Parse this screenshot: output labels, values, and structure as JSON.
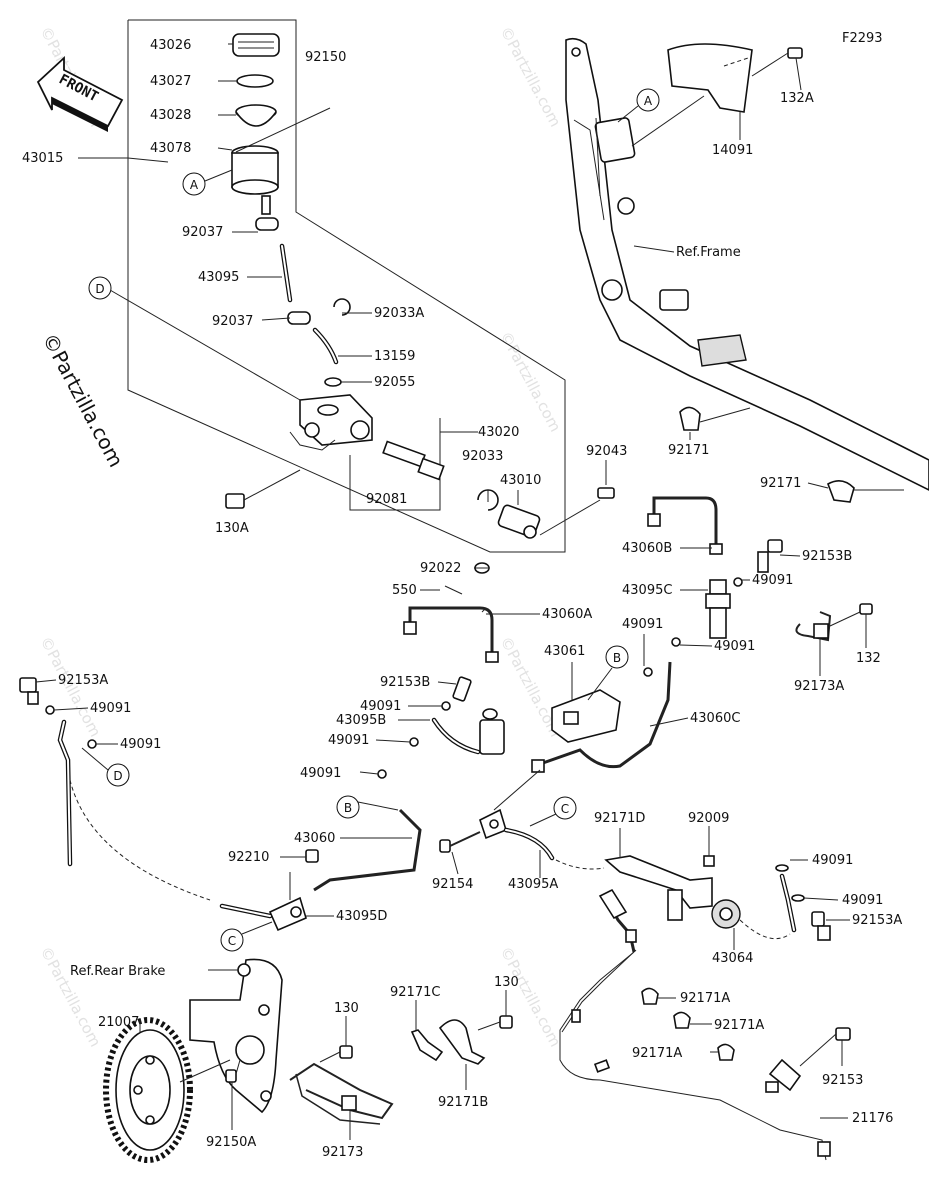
{
  "figure_code": "F2293",
  "watermark": "©Partzilla.com",
  "front_label": "FRONT",
  "ref_labels": {
    "frame": "Ref.Frame",
    "rear_brake": "Ref.Rear Brake"
  },
  "reference_letters": [
    "A",
    "B",
    "C",
    "D"
  ],
  "part_numbers": {
    "p43026": "43026",
    "p43027": "43027",
    "p43028": "43028",
    "p43078": "43078",
    "p43015": "43015",
    "p92150": "92150",
    "p92037a": "92037",
    "p43095": "43095",
    "p92037b": "92037",
    "p92033A": "92033A",
    "p13159": "13159",
    "p92055": "92055",
    "p43020": "43020",
    "p92033": "92033",
    "p92081": "92081",
    "p43010": "43010",
    "p130A": "130A",
    "p92043": "92043",
    "p92022": "92022",
    "p550": "550",
    "p43060A": "43060A",
    "p92153B_mid": "92153B",
    "p49091_a": "49091",
    "p43095B": "43095B",
    "p49091_b": "49091",
    "p49091_c": "49091",
    "p43060": "43060",
    "p92210": "92210",
    "p43095D": "43095D",
    "p92153A_l": "92153A",
    "p49091_l1": "49091",
    "p49091_l2": "49091",
    "p43060B": "43060B",
    "p43095C": "43095C",
    "p92153B_r": "92153B",
    "p49091_r1": "49091",
    "p49091_r2": "49091",
    "p49091_r3": "49091",
    "p43061": "43061",
    "p43060C": "43060C",
    "p92154": "92154",
    "p43095A": "43095A",
    "p92171D": "92171D",
    "p92009": "92009",
    "p43064": "43064",
    "p49091_r4": "49091",
    "p49091_r5": "49091",
    "p92153A_r": "92153A",
    "p132A": "132A",
    "p14091": "14091",
    "p92171_a": "92171",
    "p92171_b": "92171",
    "p132": "132",
    "p92173A": "92173A",
    "p21007": "21007",
    "p92150A": "92150A",
    "p130_a": "130",
    "p92173": "92173",
    "p92171C": "92171C",
    "p130_b": "130",
    "p92171B": "92171B",
    "p92171A_1": "92171A",
    "p92171A_2": "92171A",
    "p92171A_3": "92171A",
    "p92153": "92153",
    "p21176": "21176"
  }
}
